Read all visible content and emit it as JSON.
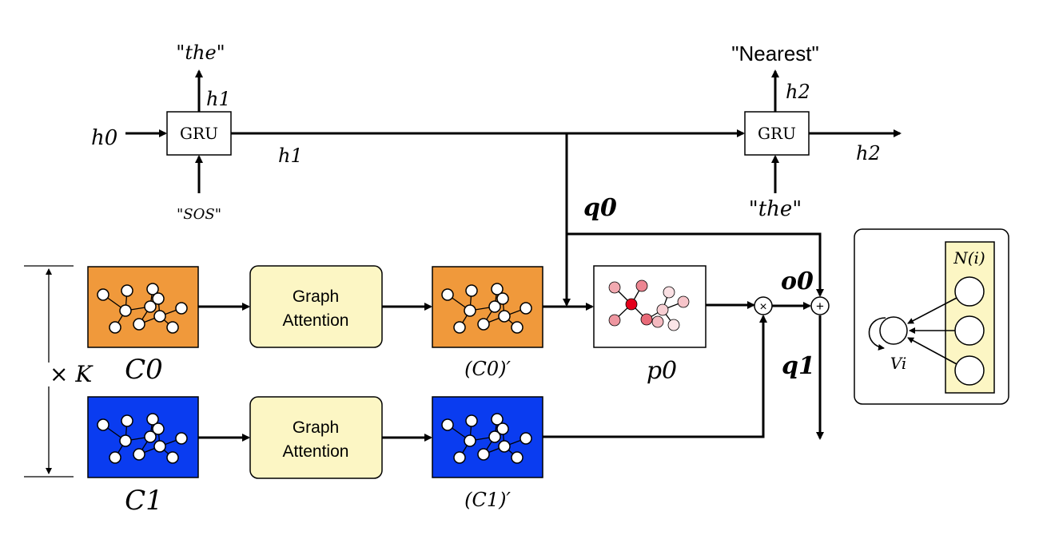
{
  "colors": {
    "graph_orange": "#f0993b",
    "graph_blue": "#0a3cf0",
    "attention_fill": "#fcf6c4",
    "neighbor_panel": "#fcf6c4",
    "node_red": "#e3001b"
  },
  "gru": {
    "left_label": "GRU",
    "right_label": "GRU",
    "left_input_bottom": "\"SOS\"",
    "left_output_top": "\"the\"",
    "right_input_bottom": "\"the\"",
    "right_output_top": "\"Nearest\"",
    "h0": "h0",
    "h1_up": "h1",
    "h1_right": "h1",
    "h2_up": "h2",
    "h2_right": "h2"
  },
  "query": {
    "q0": "q0",
    "q1": "q1",
    "o0": "o0"
  },
  "graphs": {
    "c0": "C0",
    "c1": "C1",
    "c0_prime": "(C0)′",
    "c1_prime": "(C1)′",
    "p0": "p0",
    "times_k": "× K"
  },
  "attention": {
    "top": {
      "line1": "Graph",
      "line2": "Attention"
    },
    "bottom": {
      "line1": "Graph",
      "line2": "Attention"
    }
  },
  "ops": {
    "multiply": "×",
    "add": "+"
  },
  "inset": {
    "neighbors": "N(i)",
    "vertex": "Vi"
  }
}
